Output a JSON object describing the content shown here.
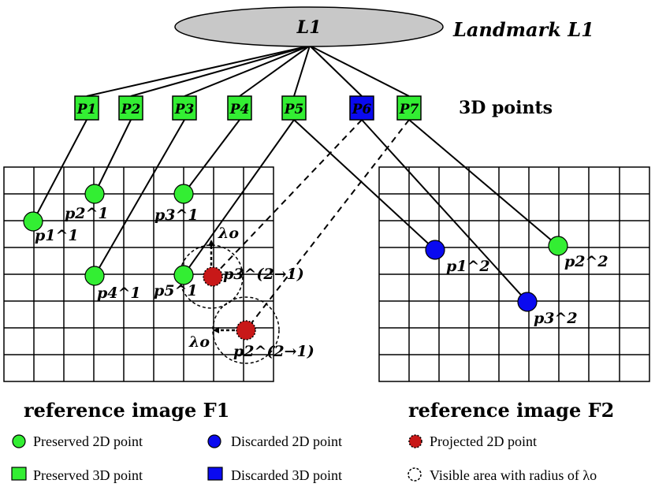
{
  "landmark": {
    "ellipse_label": "L1",
    "side_label": "Landmark L1"
  },
  "points3d": {
    "caption": "3D points",
    "items": [
      {
        "label": "P1",
        "status": "preserved"
      },
      {
        "label": "P2",
        "status": "preserved"
      },
      {
        "label": "P3",
        "status": "preserved"
      },
      {
        "label": "P4",
        "status": "preserved"
      },
      {
        "label": "P5",
        "status": "preserved"
      },
      {
        "label": "P6",
        "status": "discarded"
      },
      {
        "label": "P7",
        "status": "preserved"
      }
    ]
  },
  "image1": {
    "caption": "reference image F1",
    "points": [
      {
        "label": "p1^1",
        "status": "preserved"
      },
      {
        "label": "p2^1",
        "status": "preserved"
      },
      {
        "label": "p3^1",
        "status": "preserved"
      },
      {
        "label": "p4^1",
        "status": "preserved"
      },
      {
        "label": "p5^1",
        "status": "preserved"
      }
    ],
    "projected": [
      {
        "label": "p3^(2→1)"
      },
      {
        "label": "p2^(2→1)"
      }
    ],
    "radius_label": "λo"
  },
  "image2": {
    "caption": "reference image F2",
    "points": [
      {
        "label": "p1^2",
        "status": "discarded"
      },
      {
        "label": "p2^2",
        "status": "preserved"
      },
      {
        "label": "p3^2",
        "status": "discarded"
      }
    ]
  },
  "legend": [
    {
      "icon": "green-circle-icon",
      "text": "Preserved 2D point"
    },
    {
      "icon": "blue-circle-icon",
      "text": "Discarded 2D point"
    },
    {
      "icon": "red-dotted-circle-icon",
      "text": "Projected 2D point"
    },
    {
      "icon": "green-square-icon",
      "text": "Preserved 3D point"
    },
    {
      "icon": "blue-square-icon",
      "text": "Discarded 3D point"
    },
    {
      "icon": "dashed-circle-icon",
      "text": "Visible area with radius of λo"
    }
  ],
  "colors": {
    "preserved": "#33ee33",
    "discarded": "#0a0af0",
    "projected": "#c81818",
    "ellipse": "#c8c8c8"
  }
}
